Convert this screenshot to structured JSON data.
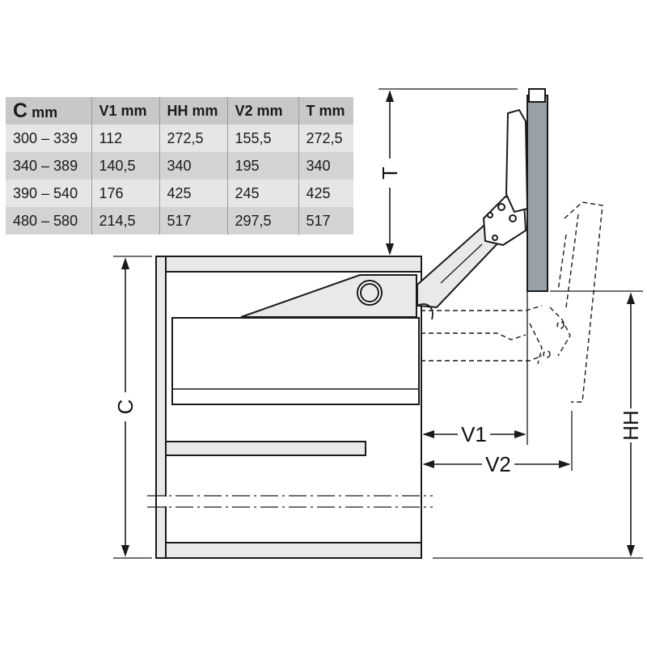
{
  "table": {
    "headers": [
      {
        "main": "C",
        "unit": "mm"
      },
      {
        "main": "V1",
        "unit": "mm"
      },
      {
        "main": "HH",
        "unit": "mm"
      },
      {
        "main": "V2",
        "unit": "mm"
      },
      {
        "main": "T",
        "unit": "mm"
      }
    ],
    "rows": [
      [
        "300 – 339",
        "112",
        "272,5",
        "155,5",
        "272,5"
      ],
      [
        "340 – 389",
        "140,5",
        "340",
        "195",
        "340"
      ],
      [
        "390 – 540",
        "176",
        "425",
        "245",
        "425"
      ],
      [
        "480 – 580",
        "214,5",
        "517",
        "297,5",
        "517"
      ]
    ]
  },
  "labels": {
    "t": "T",
    "c": "C",
    "v1": "V1",
    "v2": "V2",
    "hh": "HH"
  },
  "colors": {
    "line": "#1a1a1a",
    "panel_fill": "#e9e9e9",
    "panel_dark": "#9aa0a8",
    "table_header": "#c8c8c8"
  }
}
